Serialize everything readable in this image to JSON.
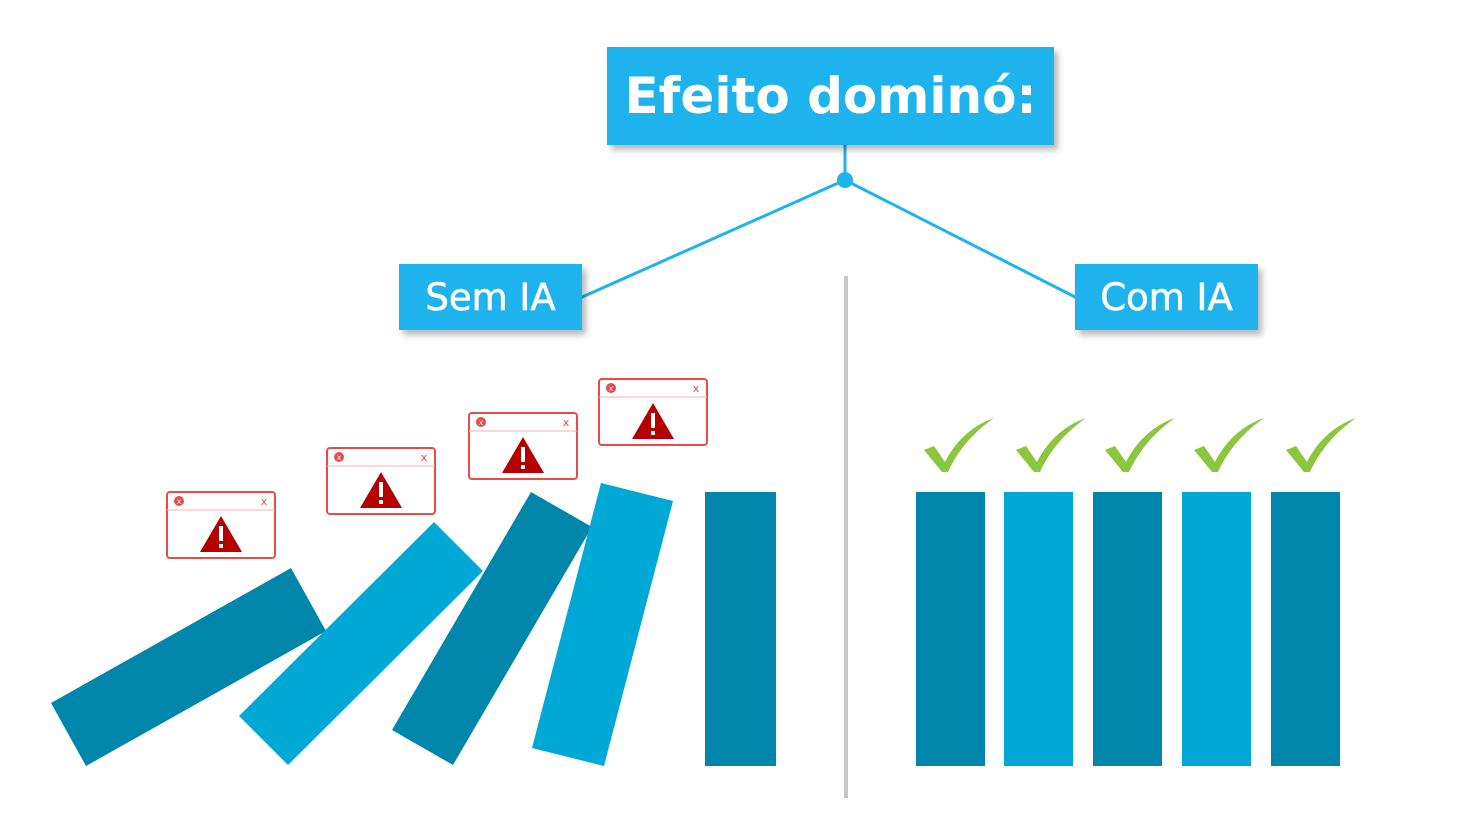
{
  "title": "Efeito dominó:",
  "branches": {
    "left": "Sem IA",
    "right": "Com IA"
  },
  "colors": {
    "accent": "#1fb3ee",
    "domino_dark": "#0086ab",
    "domino_light": "#00a8d6",
    "error_red": "#e84b4b",
    "warning_dark_red": "#b30000",
    "check_green": "#8cc63f",
    "divider": "#c6c6c6"
  },
  "icons": {
    "error_window": "warning-window-icon",
    "check": "checkmark-icon"
  }
}
